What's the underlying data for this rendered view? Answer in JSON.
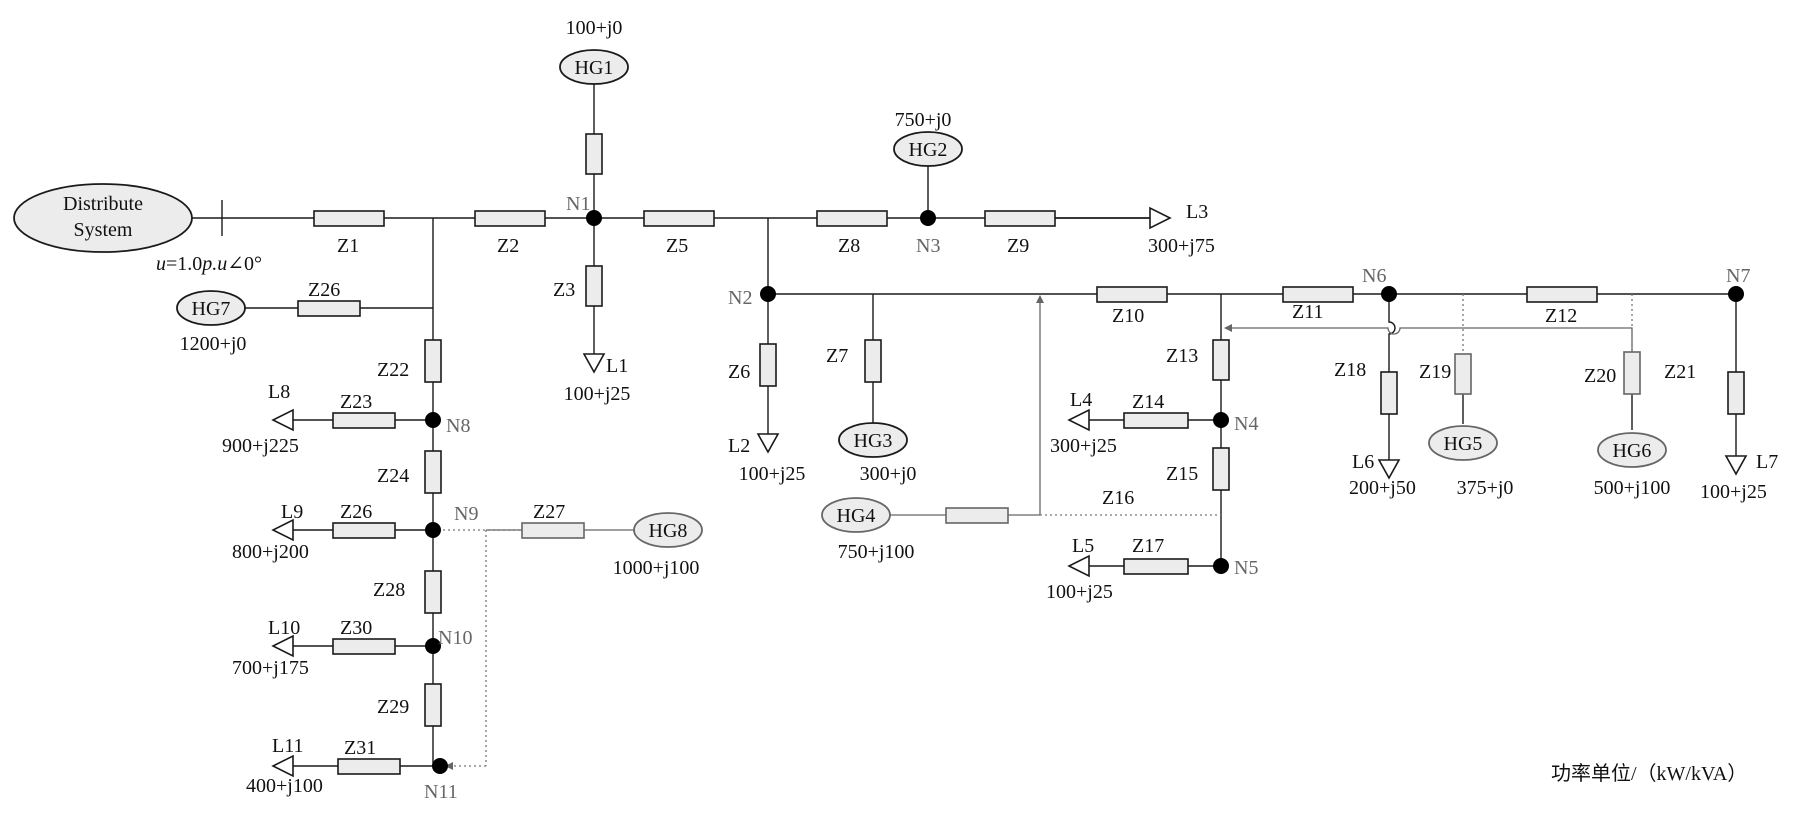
{
  "source": {
    "line1": "Distribute",
    "line2": "System",
    "voltage_prefix": "u",
    "voltage_rest": "=1.0",
    "voltage_unit": "p.u",
    "voltage_angle": "∠0°"
  },
  "units_note": "功率单位/（kW/kVA）",
  "impedances": [
    "Z1",
    "Z2",
    "Z3",
    "Z5",
    "Z6",
    "Z7",
    "Z8",
    "Z9",
    "Z10",
    "Z11",
    "Z12",
    "Z13",
    "Z14",
    "Z15",
    "Z16",
    "Z17",
    "Z18",
    "Z19",
    "Z20",
    "Z21",
    "Z22",
    "Z23",
    "Z24",
    "Z26",
    "Z26",
    "Z27",
    "Z28",
    "Z29",
    "Z30",
    "Z31"
  ],
  "nodes": [
    "N1",
    "N2",
    "N3",
    "N4",
    "N5",
    "N6",
    "N7",
    "N8",
    "N9",
    "N10",
    "N11"
  ],
  "generators": [
    {
      "name": "HG1",
      "power": "100+j0"
    },
    {
      "name": "HG2",
      "power": "750+j0"
    },
    {
      "name": "HG3",
      "power": "300+j0"
    },
    {
      "name": "HG4",
      "power": "750+j100"
    },
    {
      "name": "HG5",
      "power": "375+j0"
    },
    {
      "name": "HG6",
      "power": "500+j100"
    },
    {
      "name": "HG7",
      "power": "1200+j0"
    },
    {
      "name": "HG8",
      "power": "1000+j100"
    }
  ],
  "loads": [
    {
      "name": "L1",
      "power": "100+j25"
    },
    {
      "name": "L2",
      "power": "100+j25"
    },
    {
      "name": "L3",
      "power": "300+j75"
    },
    {
      "name": "L4",
      "power": "300+j25"
    },
    {
      "name": "L5",
      "power": "100+j25"
    },
    {
      "name": "L6",
      "power": "200+j50"
    },
    {
      "name": "L7",
      "power": "100+j25"
    },
    {
      "name": "L8",
      "power": "900+j225"
    },
    {
      "name": "L9",
      "power": "800+j200"
    },
    {
      "name": "L10",
      "power": "700+j175"
    },
    {
      "name": "L11",
      "power": "400+j100"
    }
  ]
}
